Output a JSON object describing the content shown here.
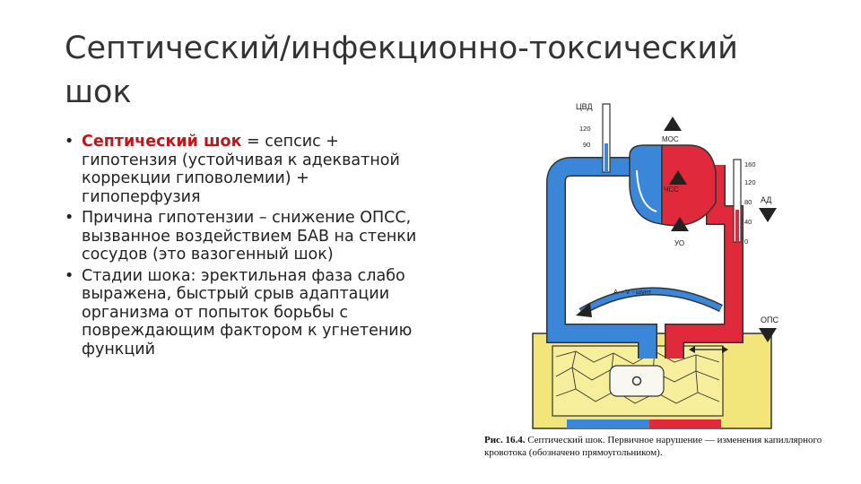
{
  "slide": {
    "title": "Септический/инфекционно-токсический шок",
    "bullets": [
      {
        "bold": "Септический шок",
        "text": " = сепсис + гипотензия (устойчивая к адекватной коррекции гиповолемии) + гипоперфузия"
      },
      {
        "bold": "",
        "text": "Причина гипотензии – снижение ОПСС, вызванное воздействием БАВ на стенки сосудов (это вазогенный шок)"
      },
      {
        "bold": "",
        "text": "Стадии шока: эректильная фаза слабо выражена, быстрый срыв адаптации организма от попыток борьбы с повреждающим фактором к угнетению функций"
      }
    ]
  },
  "figure": {
    "cvd_label": "ЦВД",
    "cvd_ticks": [
      "120",
      "90"
    ],
    "ad_label": "АД",
    "ad_ticks": [
      "160",
      "120",
      "80",
      "40",
      "0"
    ],
    "mos_label": "МОС",
    "chss_label": "ЧСС",
    "uo_label": "УО",
    "ops_label": "ОПС",
    "shunt_label": "А – V - шунт",
    "caption_bold": "Рис. 16.4.",
    "caption_text": " Септический шок. Первичное нарушение — изменения капиллярного кровотока (обозначено прямоугольником).",
    "colors": {
      "venous": "#3a86d8",
      "arterial": "#e0293a",
      "tissue": "#f2e57a",
      "accent": "#c0171c"
    }
  }
}
